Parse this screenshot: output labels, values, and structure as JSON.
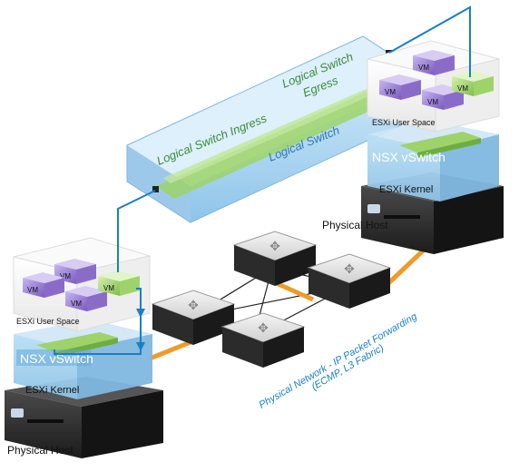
{
  "logical": {
    "ingress": "Logical Switch Ingress",
    "egress_line1": "Logical Switch",
    "egress_line2": "Egress",
    "switch": "Logical Switch"
  },
  "left_host": {
    "vm_labels": [
      "VM",
      "VM",
      "VM",
      "VM"
    ],
    "user_space": "ESXi User Space",
    "vswitch": "NSX vSwitch",
    "kernel": "ESXi Kernel",
    "host": "Physical Host"
  },
  "right_host": {
    "vm_labels": [
      "VM",
      "VM",
      "VM",
      "VM"
    ],
    "user_space": "ESXi User Space",
    "vswitch": "NSX vSwitch",
    "kernel": "ESXi Kernel",
    "host": "Physical Host"
  },
  "network": {
    "line1": "Physical Network - IP Packet Forwarding",
    "line2": "(ECMP, L3 Fabric)"
  },
  "colors": {
    "logical_blue": "#9fd0ee",
    "path_blue": "#1a7fc4",
    "vm_purple": "#8a6cc8",
    "vm_green": "#9ed36a",
    "uplink_orange": "#f09a2a",
    "server_dark": "#2a2a2a"
  }
}
